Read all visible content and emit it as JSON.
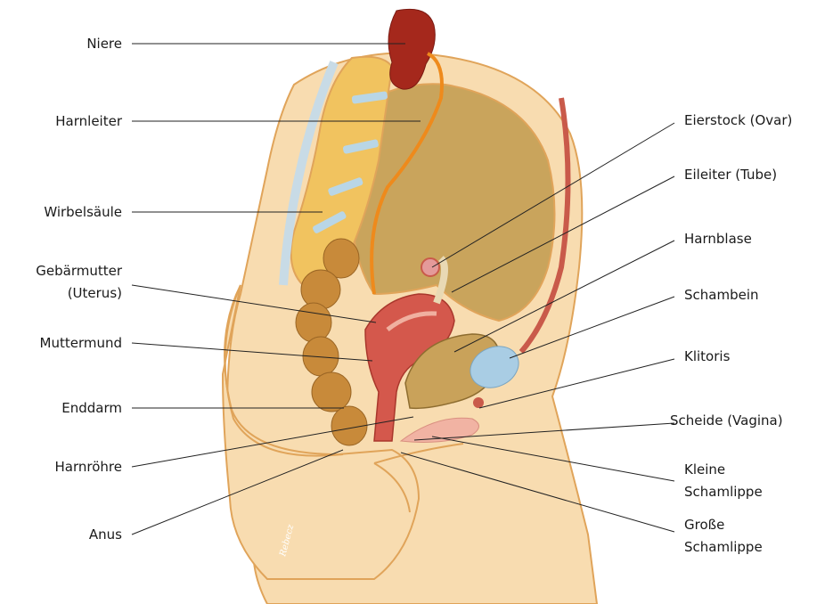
{
  "colors": {
    "skin": "#f8dcb0",
    "skin_dark": "#edc690",
    "outline": "#e0a45a",
    "cavity": "#c9a45c",
    "bone": "#f1c35f",
    "disc": "#b9d6e6",
    "kidney": "#a5281c",
    "ureter": "#ee8a1c",
    "uterus": "#d4584c",
    "bowel": "#c88a3a",
    "bladder": "#c9a25a",
    "pubis": "#a9cde4",
    "muscle": "#c95a4a",
    "labia": "#f1b3a3"
  },
  "labels": {
    "niere": "Niere",
    "harnleiter": "Harnleiter",
    "wirbelsaeule": "Wirbelsäule",
    "gebaermutter_1": "Gebärmutter",
    "gebaermutter_2": "(Uterus)",
    "muttermund": "Muttermund",
    "enddarm": "Enddarm",
    "harnroehre": "Harnröhre",
    "anus": "Anus",
    "eierstock": "Eierstock (Ovar)",
    "eileiter": "Eileiter (Tube)",
    "harnblase": "Harnblase",
    "schambein": "Schambein",
    "klitoris": "Klitoris",
    "scheide": "Scheide (Vagina)",
    "kleine_1": "Kleine",
    "kleine_2": "Schamlippe",
    "grosse_1": "Große",
    "grosse_2": "Schamlippe"
  },
  "signature": "Rebecz"
}
